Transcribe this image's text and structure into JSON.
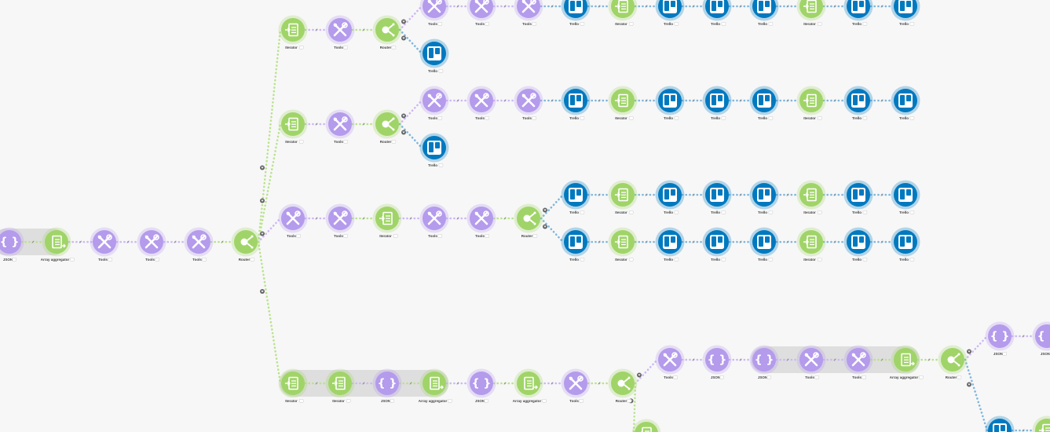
{
  "labels": {
    "json": "JSON",
    "array_aggregator": "Array aggregator",
    "tools": "Tools",
    "router": "Router",
    "iterator": "Iterator",
    "trello": "Trello"
  },
  "colors": {
    "json": "#b49bec",
    "tools": "#b49bec",
    "iterator": "#a0d468",
    "aggregator": "#a0d468",
    "router": "#a0d468",
    "trello": "#0079bf",
    "canvas": "#f7f7f7",
    "group": "#dedede"
  },
  "icons": {
    "json": "json-braces-icon",
    "tools": "tools-wrench-icon",
    "iterator": "iterator-icon",
    "aggregator": "array-aggregator-icon",
    "router": "router-icon",
    "trello": "trello-board-icon"
  }
}
